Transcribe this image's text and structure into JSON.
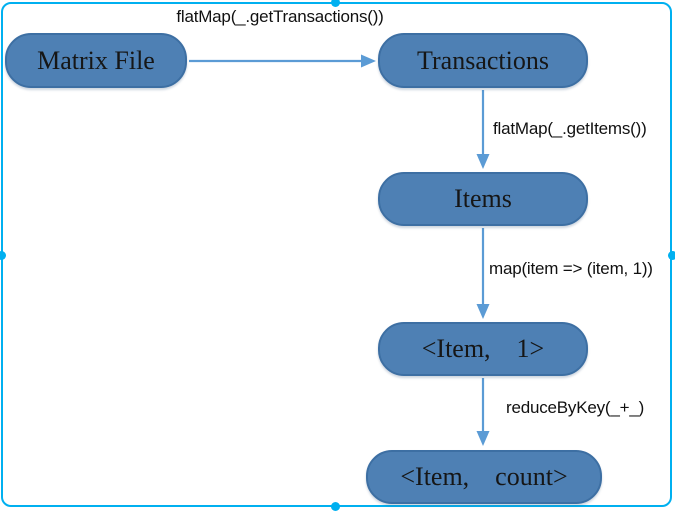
{
  "diagram": {
    "nodes": [
      {
        "id": "matrix-file",
        "label": "Matrix File"
      },
      {
        "id": "transactions",
        "label": "Transactions"
      },
      {
        "id": "items",
        "label": "Items"
      },
      {
        "id": "item-1",
        "label": "<Item, 1>"
      },
      {
        "id": "item-count",
        "label": "<Item, count>"
      }
    ],
    "edges": [
      {
        "from": "matrix-file",
        "to": "transactions",
        "label": "flatMap(_.getTransactions())"
      },
      {
        "from": "transactions",
        "to": "items",
        "label": "flatMap(_.getItems())"
      },
      {
        "from": "items",
        "to": "item-1",
        "label": "map(item => (item, 1))"
      },
      {
        "from": "item-1",
        "to": "item-count",
        "label": "reduceByKey(_+_)"
      }
    ],
    "colors": {
      "node_fill": "#4e80b4",
      "node_border": "#3d6fa3",
      "arrow": "#5b9bd5",
      "selection": "#00b0f0",
      "label_text": "#111111",
      "node_text": "#161616"
    }
  }
}
